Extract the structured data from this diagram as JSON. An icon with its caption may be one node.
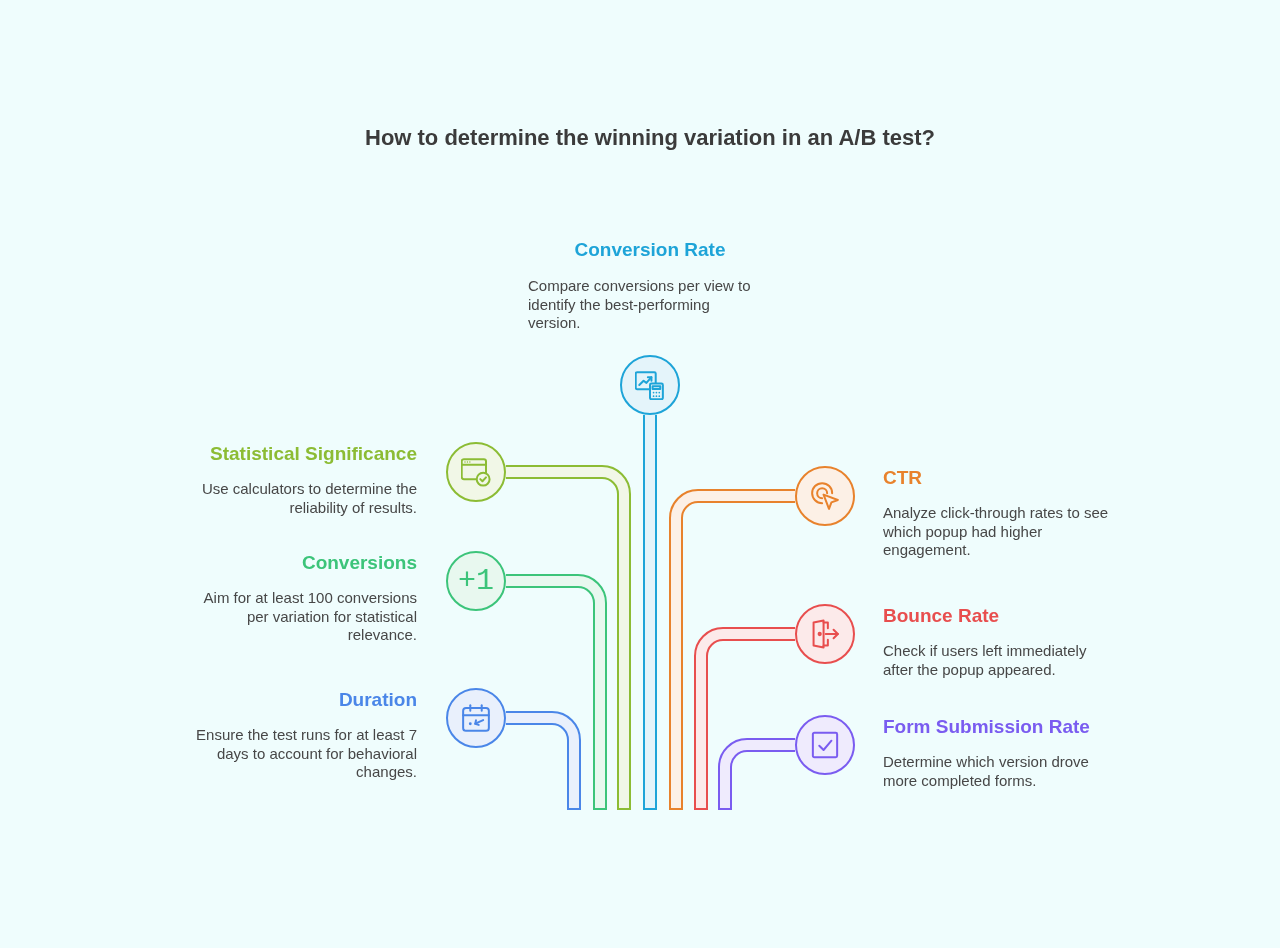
{
  "diagram": {
    "title": "How to determine the winning variation in an A/B test?",
    "nodes": [
      {
        "text": [],
        "shape": "circle",
        "beside": [
          "Conversion Rate",
          "Compare conversions per view to identify the best-performing version."
        ]
      },
      {
        "text": [],
        "shape": "circle",
        "beside": [
          "Statistical Significance",
          "Use calculators to determine the reliability of results."
        ]
      },
      {
        "text": [],
        "shape": "circle",
        "beside": [
          "CTR",
          "Analyze click-through rates to see which popup had higher engagement."
        ]
      },
      {
        "text": [
          "+1"
        ],
        "beside": [
          "Conversions",
          "Aim for at least 100 conversions per variation for statistical relevance."
        ]
      },
      {
        "text": [],
        "shape": "circle",
        "beside": [
          "Bounce Rate",
          "Check if users left immediately after the popup appeared."
        ]
      },
      {
        "text": [],
        "shape": "circle",
        "beside": [
          "Duration",
          "Ensure the test runs for at least 7 days to account for behavioral changes."
        ]
      },
      {
        "text": [],
        "shape": "circle",
        "beside": [
          "Form Submission Rate",
          "Determine which version drove more completed forms."
        ]
      }
    ],
    "edges": [
      {
        "from": null,
        "to": 0,
        "arrow": "none",
        "color": "#1ea4d8"
      },
      {
        "from": null,
        "to": 1,
        "arrow": "none",
        "color": "#8cbc34"
      },
      {
        "from": null,
        "to": 2,
        "arrow": "none",
        "color": "#e8822c"
      },
      {
        "from": null,
        "to": 3,
        "arrow": "none",
        "color": "#3cc47a"
      },
      {
        "from": null,
        "to": 4,
        "arrow": "none",
        "color": "#e84e4e"
      },
      {
        "from": null,
        "to": 5,
        "arrow": "none",
        "color": "#4a86e8"
      },
      {
        "from": null,
        "to": 6,
        "arrow": "none",
        "color": "#7a5cf0"
      }
    ]
  }
}
